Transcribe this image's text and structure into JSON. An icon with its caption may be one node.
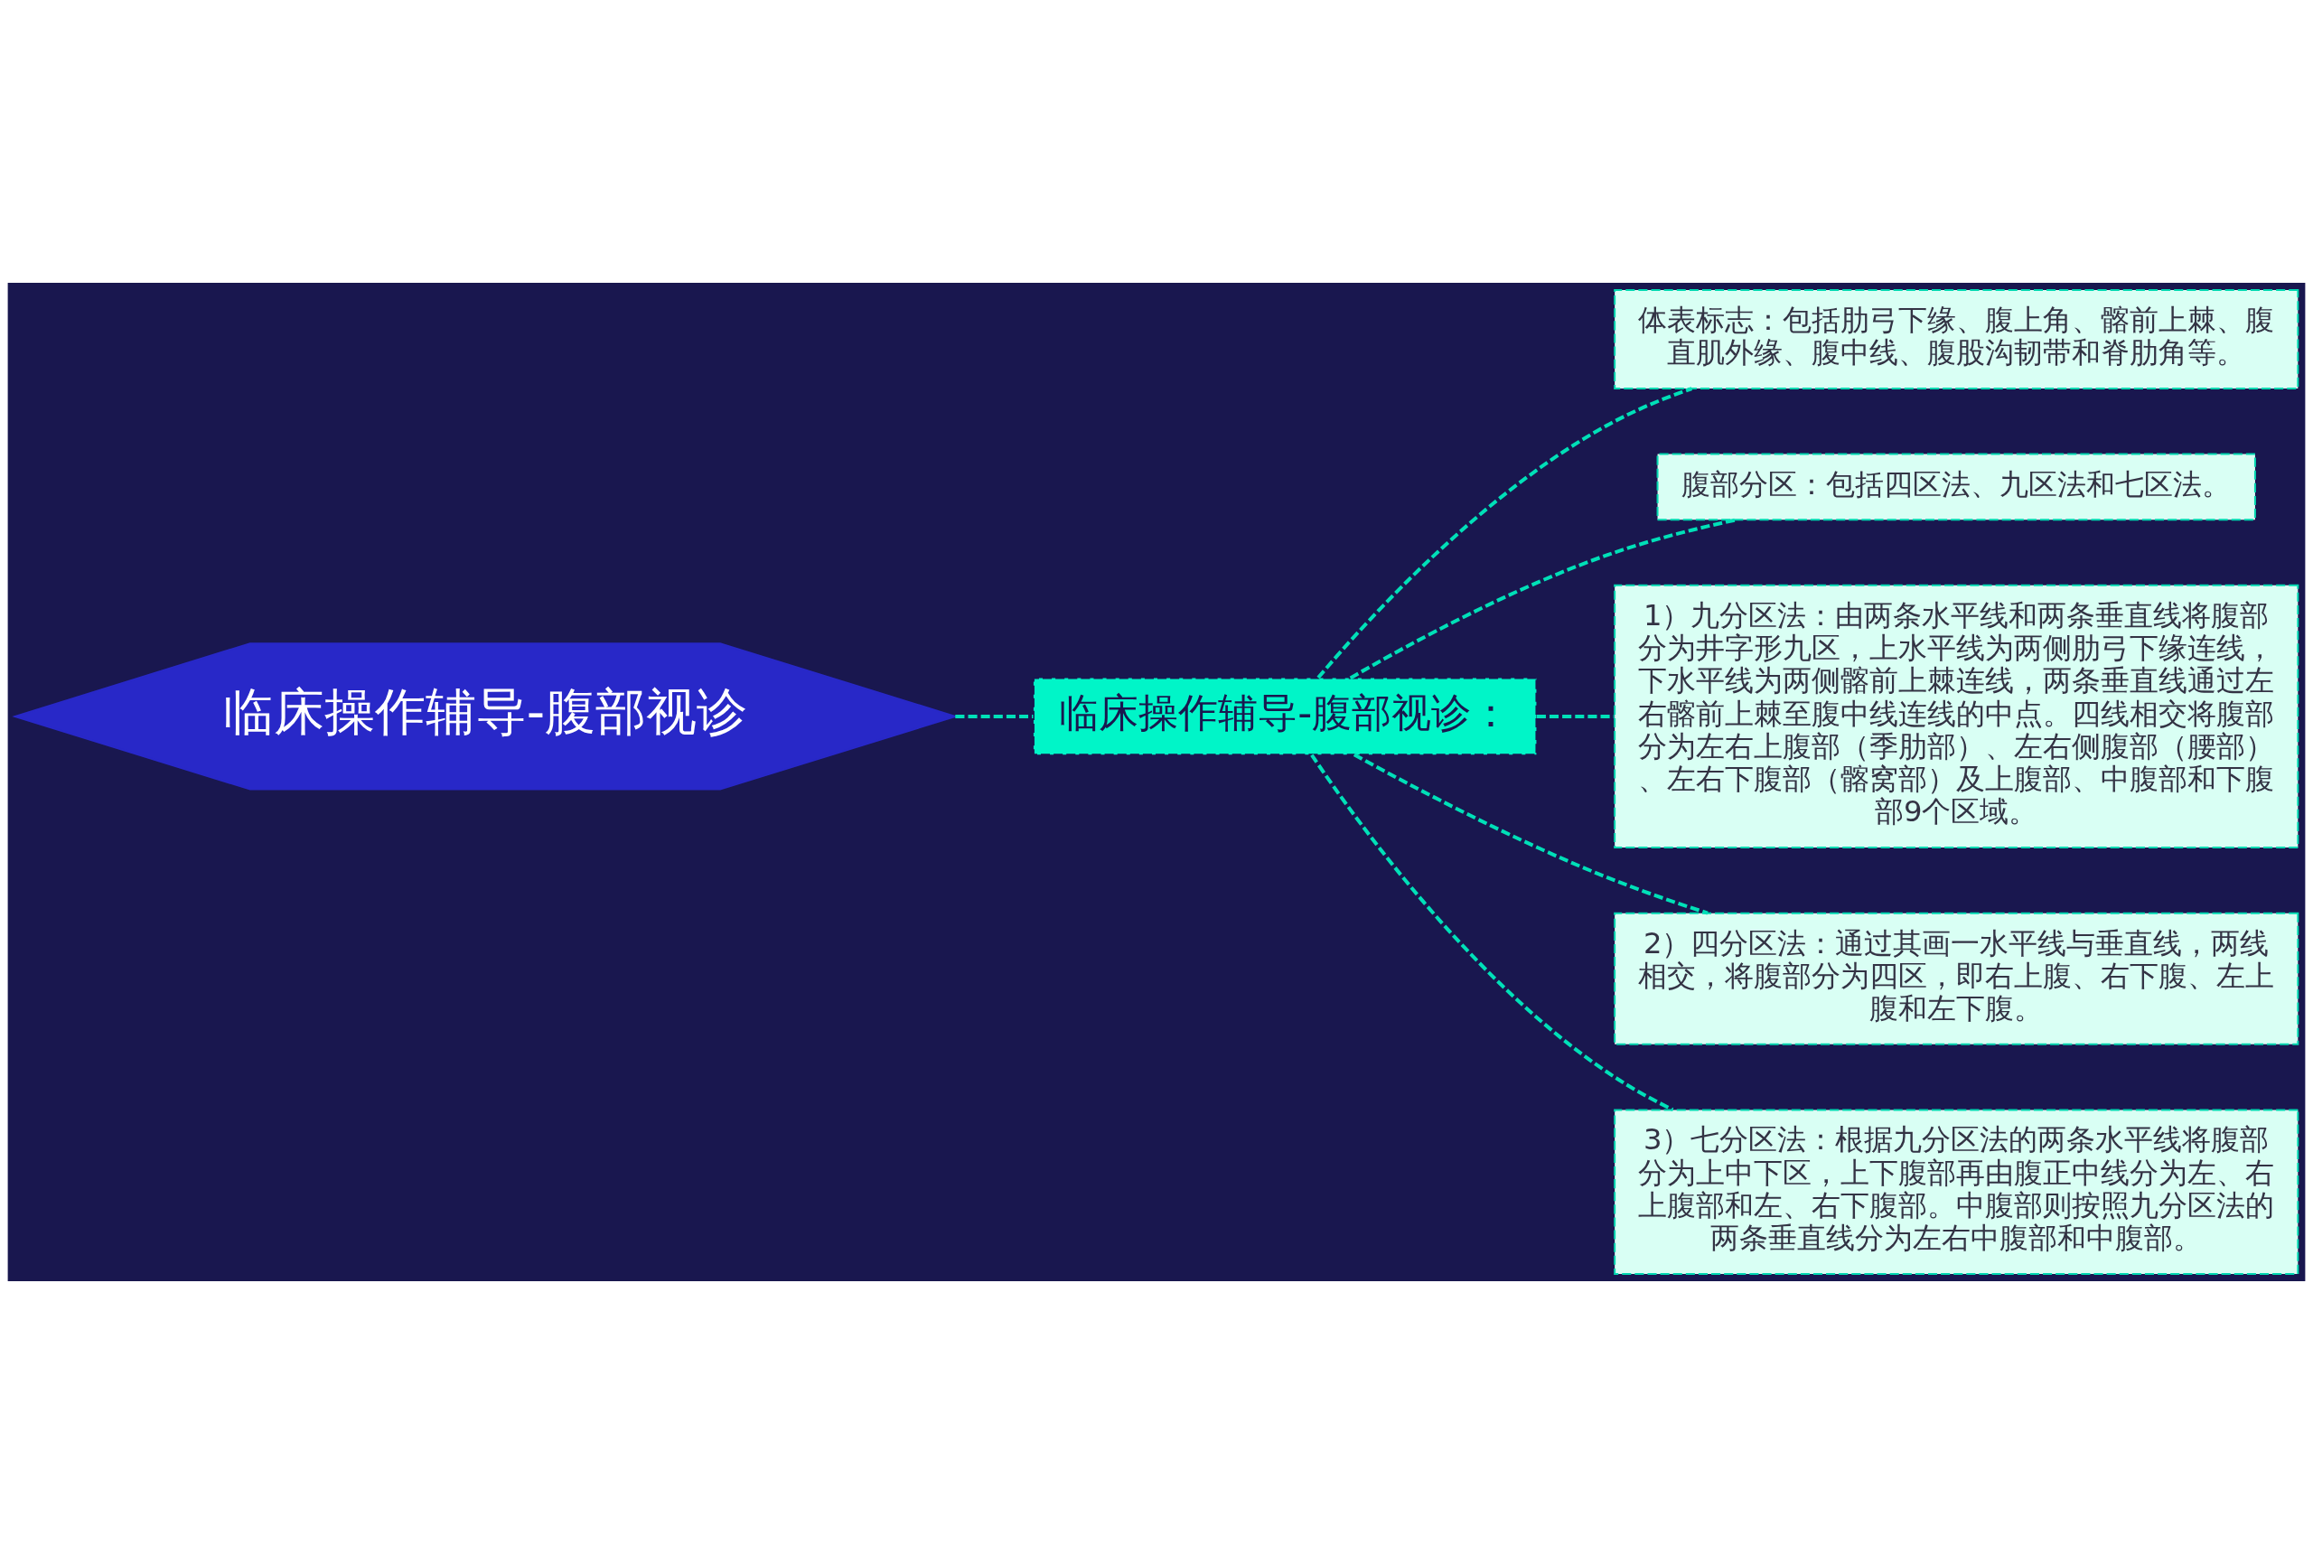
{
  "diagram": {
    "nodes": [
      {
        "text": [
          "临床操作辅导-腹部视诊"
        ]
      },
      {
        "text": [
          "临床操作辅导-腹部视诊："
        ]
      },
      {
        "text": [
          "体表标志：包括肋弓下缘、腹上角、髂前上棘、腹直肌外缘、腹中线、腹股沟韧带和脊肋角等。"
        ]
      },
      {
        "text": [
          "腹部分区：包括四区法、九区法和七区法。"
        ]
      },
      {
        "text": [
          "1）九分区法：由两条水平线和两条垂直线将腹部分为井字形九区，上水平线为两侧肋弓下缘连线，下水平线为两侧髂前上棘连线，两条垂直线通过左右髂前上棘至腹中线连线的中点。四线相交将腹部分为左右上腹部（季肋部）、左右侧腹部（腰部）、左右下腹部（髂窝部）及上腹部、中腹部和下腹部9个区域。"
        ]
      },
      {
        "text": [
          "2）四分区法：通过其画一水平线与垂直线，两线相交，将腹部分为四区，即右上腹、右下腹、左上腹和左下腹。"
        ]
      },
      {
        "text": [
          "3）七分区法：根据九分区法的两条水平线将腹部分为上中下区，上下腹部再由腹正中线分为左、右上腹部和左、右下腹部。中腹部则按照九分区法的两条垂直线分为左右中腹部和中腹部。"
        ]
      }
    ],
    "edges": [
      {
        "from": 0,
        "to": 1,
        "arrow": "none",
        "style": "dashed"
      },
      {
        "from": 1,
        "to": 2,
        "arrow": "none",
        "style": "dashed"
      },
      {
        "from": 1,
        "to": 3,
        "arrow": "none",
        "style": "dashed"
      },
      {
        "from": 1,
        "to": 4,
        "arrow": "none",
        "style": "dashed"
      },
      {
        "from": 1,
        "to": 5,
        "arrow": "none",
        "style": "dashed"
      },
      {
        "from": 1,
        "to": 6,
        "arrow": "none",
        "style": "dashed"
      }
    ]
  }
}
